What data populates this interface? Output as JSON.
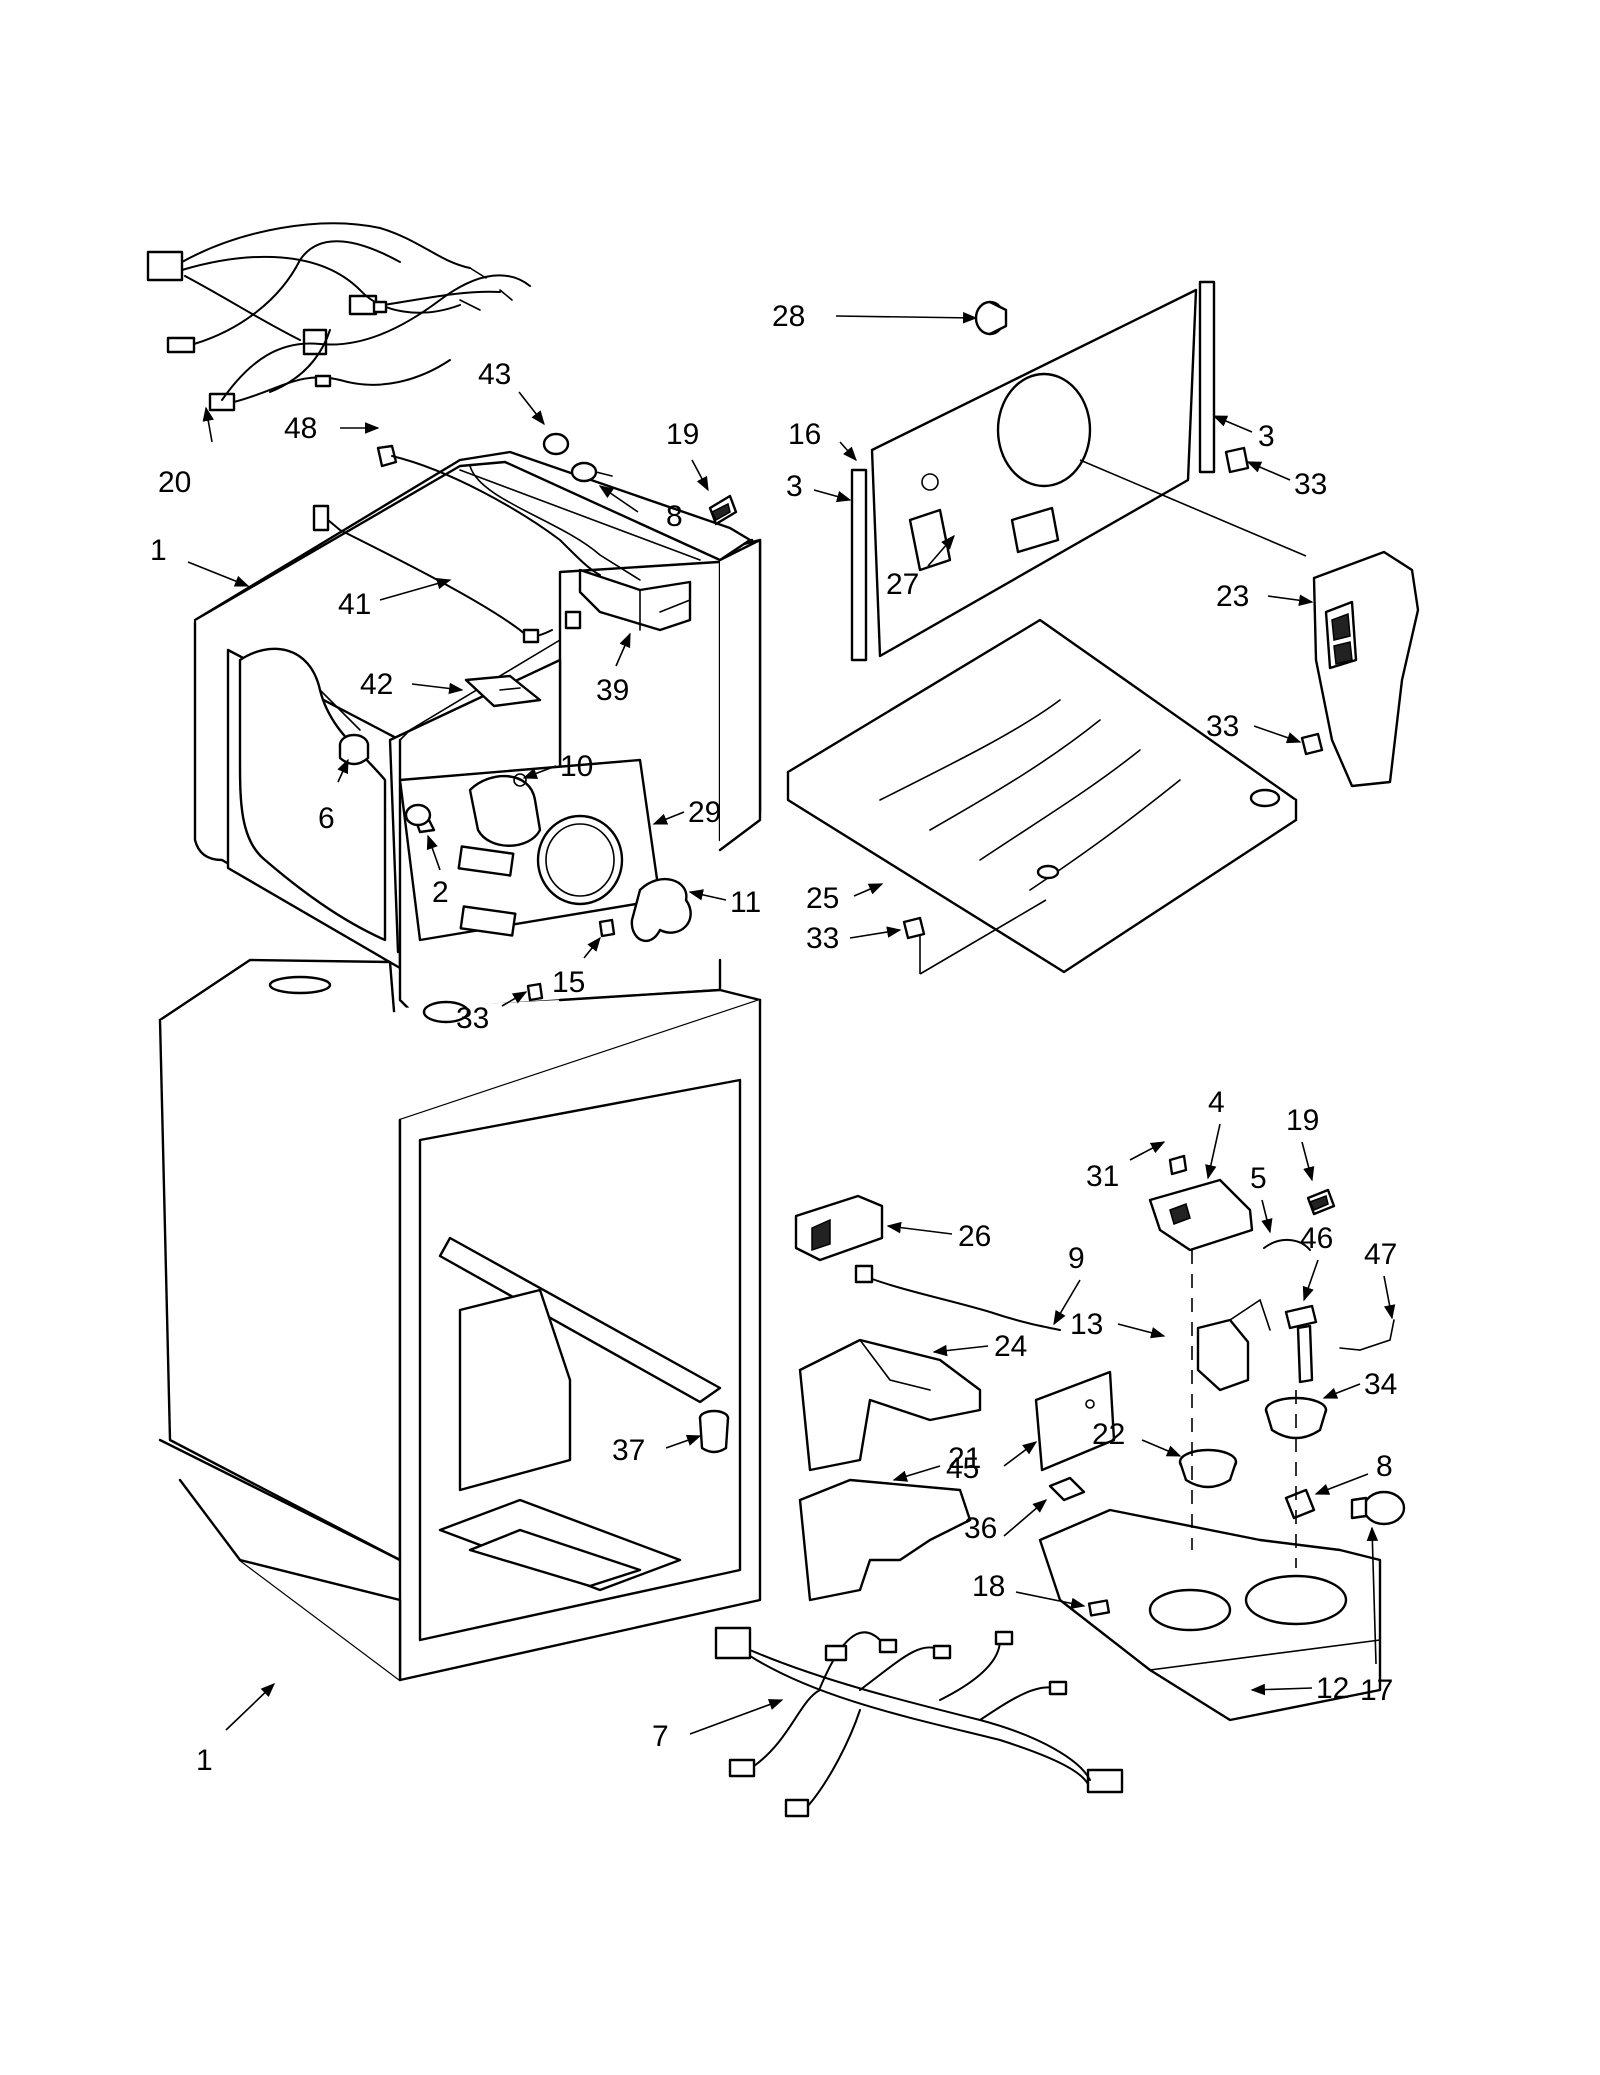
{
  "colors": {
    "line": "#000000",
    "background": "#ffffff"
  },
  "callouts": [
    {
      "id": "c20",
      "text": "20"
    },
    {
      "id": "c43",
      "text": "43"
    },
    {
      "id": "c48",
      "text": "48"
    },
    {
      "id": "c19a",
      "text": "19"
    },
    {
      "id": "c8a",
      "text": "8"
    },
    {
      "id": "c1a",
      "text": "1"
    },
    {
      "id": "c41",
      "text": "41"
    },
    {
      "id": "c39",
      "text": "39"
    },
    {
      "id": "c42",
      "text": "42"
    },
    {
      "id": "c6",
      "text": "6"
    },
    {
      "id": "c10",
      "text": "10"
    },
    {
      "id": "c29",
      "text": "29"
    },
    {
      "id": "c2",
      "text": "2"
    },
    {
      "id": "c11",
      "text": "11"
    },
    {
      "id": "c15",
      "text": "15"
    },
    {
      "id": "c33a",
      "text": "33"
    },
    {
      "id": "c28",
      "text": "28"
    },
    {
      "id": "c16",
      "text": "16"
    },
    {
      "id": "c3a",
      "text": "3"
    },
    {
      "id": "c3b",
      "text": "3"
    },
    {
      "id": "c33b",
      "text": "33"
    },
    {
      "id": "c27",
      "text": "27"
    },
    {
      "id": "c23",
      "text": "23"
    },
    {
      "id": "c33c",
      "text": "33"
    },
    {
      "id": "c25",
      "text": "25"
    },
    {
      "id": "c33d",
      "text": "33"
    },
    {
      "id": "c4",
      "text": "4"
    },
    {
      "id": "c19b",
      "text": "19"
    },
    {
      "id": "c31",
      "text": "31"
    },
    {
      "id": "c5",
      "text": "5"
    },
    {
      "id": "c26",
      "text": "26"
    },
    {
      "id": "c46",
      "text": "46"
    },
    {
      "id": "c47",
      "text": "47"
    },
    {
      "id": "c9",
      "text": "9"
    },
    {
      "id": "c13",
      "text": "13"
    },
    {
      "id": "c24",
      "text": "24"
    },
    {
      "id": "c34",
      "text": "34"
    },
    {
      "id": "c37",
      "text": "37"
    },
    {
      "id": "c21",
      "text": "21"
    },
    {
      "id": "c22",
      "text": "22"
    },
    {
      "id": "c45",
      "text": "45"
    },
    {
      "id": "c8b",
      "text": "8"
    },
    {
      "id": "c36",
      "text": "36"
    },
    {
      "id": "c18",
      "text": "18"
    },
    {
      "id": "c12",
      "text": "12"
    },
    {
      "id": "c17",
      "text": "17"
    },
    {
      "id": "c1b",
      "text": "1"
    },
    {
      "id": "c7",
      "text": "7"
    }
  ]
}
